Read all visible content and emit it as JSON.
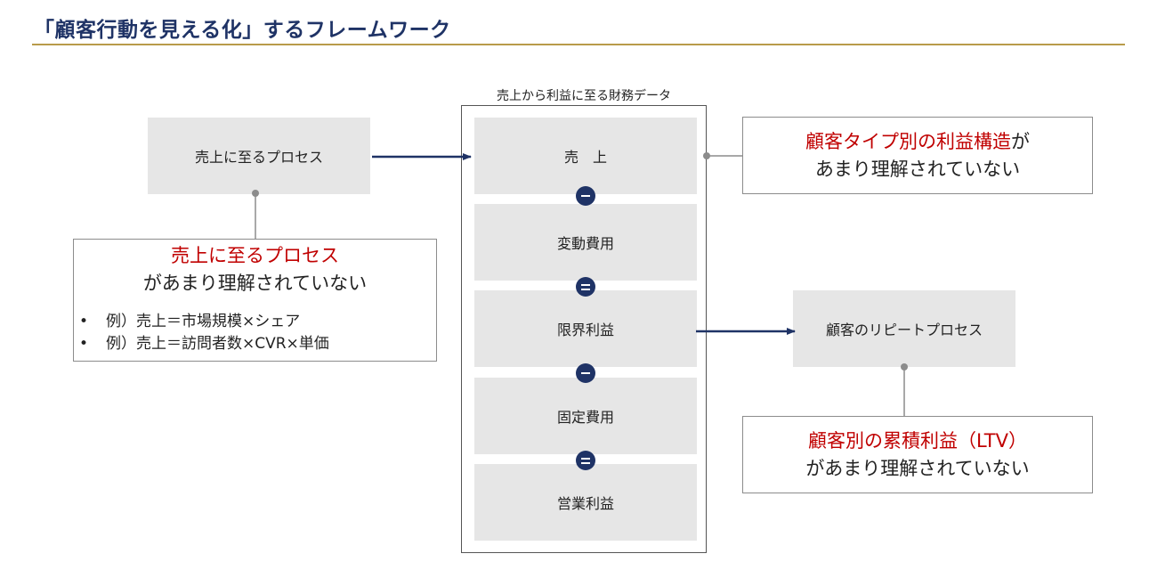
{
  "title": "「顧客行動を見える化」するフレームワーク",
  "center": {
    "caption": "売上から利益に至る財務データ",
    "rows": [
      "売　上",
      "変動費用",
      "限界利益",
      "固定費用",
      "営業利益"
    ],
    "operators": [
      "minus",
      "equals",
      "minus",
      "equals"
    ]
  },
  "left": {
    "process_label": "売上に至るプロセス",
    "callout": {
      "highlight": "売上に至るプロセス",
      "rest": "があまり理解されていない",
      "bullet_mark": "•",
      "bullets": [
        "例）売上＝市場規模×シェア",
        "例）売上＝訪問者数×CVR×単価"
      ]
    }
  },
  "right_top": {
    "highlight": "顧客タイプ別の利益構造",
    "suffix": "が",
    "line2": "あまり理解されていない"
  },
  "right_bottom": {
    "process_label": "顧客のリピートプロセス",
    "callout": {
      "highlight": "顧客別の累積利益（LTV）",
      "rest": "があまり理解されていない"
    }
  },
  "colors": {
    "navy": "#1f3366",
    "red": "#c00000",
    "gold": "#b89b4a",
    "box_grey": "#e6e6e6",
    "connector_grey": "#8c8c8c"
  }
}
